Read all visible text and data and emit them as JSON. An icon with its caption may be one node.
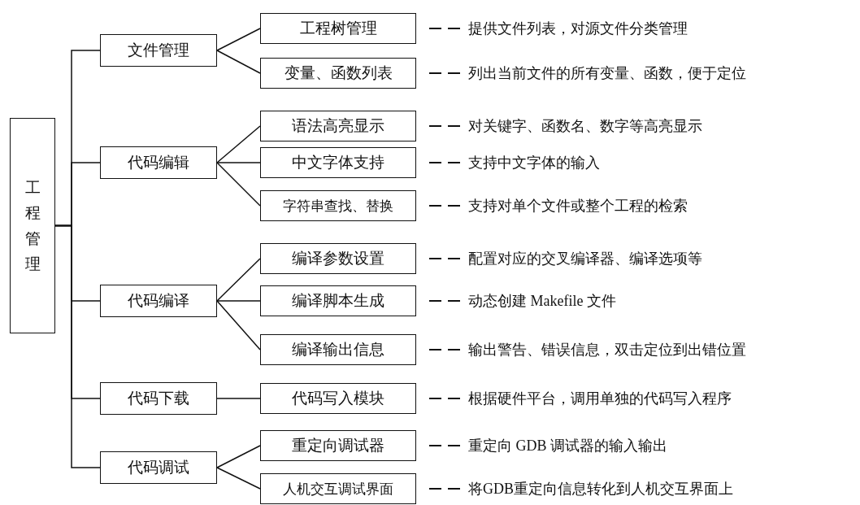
{
  "diagram": {
    "nodes": [
      {
        "text": [
          "工程管理"
        ]
      },
      {
        "text": [
          "文件管理"
        ]
      },
      {
        "text": [
          "工程树管理"
        ],
        "beside": [
          "提供文件列表，对源文件分类管理"
        ]
      },
      {
        "text": [
          "变量、函数列表"
        ],
        "beside": [
          "列出当前文件的所有变量、函数，便于定位"
        ]
      },
      {
        "text": [
          "代码编辑"
        ]
      },
      {
        "text": [
          "语法高亮显示"
        ],
        "beside": [
          "对关键字、函数名、数字等高亮显示"
        ]
      },
      {
        "text": [
          "中文字体支持"
        ],
        "beside": [
          "支持中文字体的输入"
        ]
      },
      {
        "text": [
          "字符串查找、替换"
        ],
        "beside": [
          "支持对单个文件或整个工程的检索"
        ]
      },
      {
        "text": [
          "代码编译"
        ]
      },
      {
        "text": [
          "编译参数设置"
        ],
        "beside": [
          "配置对应的交叉编译器、编译选项等"
        ]
      },
      {
        "text": [
          "编译脚本生成"
        ],
        "beside": [
          "动态创建 Makefile 文件"
        ]
      },
      {
        "text": [
          "编译输出信息"
        ],
        "beside": [
          "输出警告、错误信息，双击定位到出错位置"
        ]
      },
      {
        "text": [
          "代码下载"
        ]
      },
      {
        "text": [
          "代码写入模块"
        ],
        "beside": [
          "根据硬件平台，调用单独的代码写入程序"
        ]
      },
      {
        "text": [
          "代码调试"
        ]
      },
      {
        "text": [
          "重定向调试器"
        ],
        "beside": [
          "重定向 GDB 调试器的输入输出"
        ]
      },
      {
        "text": [
          "人机交互调试界面"
        ],
        "beside": [
          "将GDB重定向信息转化到人机交互界面上"
        ]
      }
    ],
    "edges": [
      {
        "from": 0,
        "to": 1,
        "arrow": "none"
      },
      {
        "from": 0,
        "to": 4,
        "arrow": "none"
      },
      {
        "from": 0,
        "to": 8,
        "arrow": "none"
      },
      {
        "from": 0,
        "to": 12,
        "arrow": "none"
      },
      {
        "from": 0,
        "to": 14,
        "arrow": "none"
      },
      {
        "from": 1,
        "to": 2,
        "arrow": "none"
      },
      {
        "from": 1,
        "to": 3,
        "arrow": "none"
      },
      {
        "from": 4,
        "to": 5,
        "arrow": "none"
      },
      {
        "from": 4,
        "to": 6,
        "arrow": "none"
      },
      {
        "from": 4,
        "to": 7,
        "arrow": "none"
      },
      {
        "from": 8,
        "to": 9,
        "arrow": "none"
      },
      {
        "from": 8,
        "to": 10,
        "arrow": "none"
      },
      {
        "from": 8,
        "to": 11,
        "arrow": "none"
      },
      {
        "from": 12,
        "to": 13,
        "arrow": "none"
      },
      {
        "from": 14,
        "to": 15,
        "arrow": "none"
      },
      {
        "from": 14,
        "to": 16,
        "arrow": "none"
      }
    ]
  }
}
